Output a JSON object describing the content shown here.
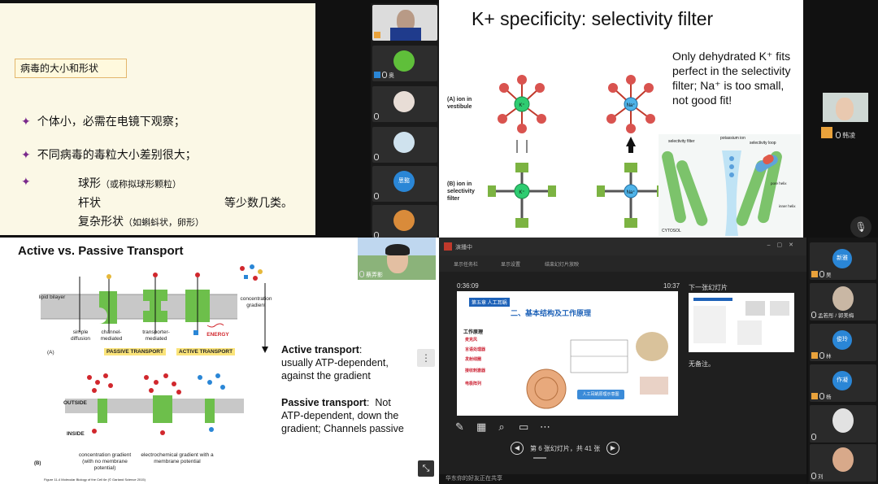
{
  "slide_cn": {
    "heading": "病毒的大小和形状",
    "bullet1": "个体小，必需在电镜下观察；",
    "bullet2": "不同病毒的毒粒大小差别很大；",
    "shape1": "球形",
    "shape1_note": "（或称拟球形颗粒）",
    "shape2": "杆状",
    "shape2_tail": "等少数几类。",
    "shape3": "复杂形状",
    "shape3_note": "（如蝌蚪状，卵形）"
  },
  "left_participants": [
    {
      "name": "",
      "label": ""
    },
    {
      "name": "奥",
      "label": ""
    },
    {
      "name": "",
      "label": ""
    },
    {
      "name": "",
      "label": ""
    },
    {
      "name": "",
      "label": "思懿"
    },
    {
      "name": "",
      "label": ""
    }
  ],
  "slide_k": {
    "title": "K+ specificity: selectivity filter",
    "description": "Only dehydrated K⁺ fits perfect in the selectivity filter; Na⁺ is too small, not good fit!",
    "label_a": "(A)  ion in vestibule",
    "label_b": "(B)  ion in selectivity filter",
    "ion_k": "K⁺",
    "ion_na": "Na⁺",
    "label_filter": "selectivity filter",
    "label_potassium": "potassium ion",
    "label_loop": "selectivity loop",
    "label_pore": "pore helix",
    "label_inner": "inner helix",
    "label_cytosol": "CYTOSOL"
  },
  "right_user": {
    "name": "韩凌"
  },
  "slide_ap": {
    "title": "Active vs. Passive Transport",
    "active_head": "Active transport",
    "active_body": "usually ATP-dependent, against the gradient",
    "passive_head": "Passive transport",
    "passive_body_1": "Not",
    "passive_body_2": "ATP-dependent, down the gradient; Channels passive",
    "lipid": "lipid bilayer",
    "simple": "simple diffusion",
    "channel": "channel-mediated",
    "transporter": "transporter-mediated",
    "energy": "ENERGY",
    "conc": "concentration gradient",
    "passive_tag": "PASSIVE TRANSPORT",
    "active_tag": "ACTIVE TRANSPORT",
    "panel_a": "(A)",
    "panel_b": "(B)",
    "outside": "OUTSIDE",
    "inside": "INSIDE",
    "conc_no": "concentration gradient (with no membrane potential)",
    "electro": "electrochemical gradient with a membrane potential",
    "figure_credit": "Figure 11-4  Molecular Biology of the Cell 6e (© Garland Science 2015)",
    "presenter": "蔡弄影"
  },
  "presenter_view": {
    "window_title": "演播中",
    "toolbar": [
      "显示任务栏",
      "显示设置",
      "结束幻灯片放映"
    ],
    "timer": "0:36:09",
    "clock": "10:37",
    "next_label": "下一张幻灯片",
    "notes": "无备注。",
    "slide_counter": "第 6 张幻灯片，共 41 张",
    "banner": "第五章 人工耳蜗",
    "section": "二、基本结构及工作原理",
    "work_label": "工作原理",
    "items": [
      "麦克风",
      "言语处理器",
      "发射线圈",
      "接收刺激器",
      "电极阵列"
    ],
    "button": "人工耳蜗原理示意图",
    "bottom_share": "你的好友正在共享",
    "bottom_prefix": "华东",
    "tools": [
      "pen",
      "grid",
      "search",
      "screen",
      "more"
    ]
  },
  "right_participants": [
    {
      "name": "新雅",
      "label": "吴"
    },
    {
      "name": "",
      "label": "孟若彤 / 郭美梅"
    },
    {
      "name": "俊玲",
      "label": "林"
    },
    {
      "name": "作凝",
      "label": "杨"
    },
    {
      "name": "",
      "label": ""
    },
    {
      "name": "",
      "label": "刘"
    }
  ],
  "colors": {
    "accent_blue": "#2a86d6",
    "slide_cream": "#fbf8e6",
    "star_purple": "#7a2a8c",
    "energy_red": "#d1272d"
  }
}
